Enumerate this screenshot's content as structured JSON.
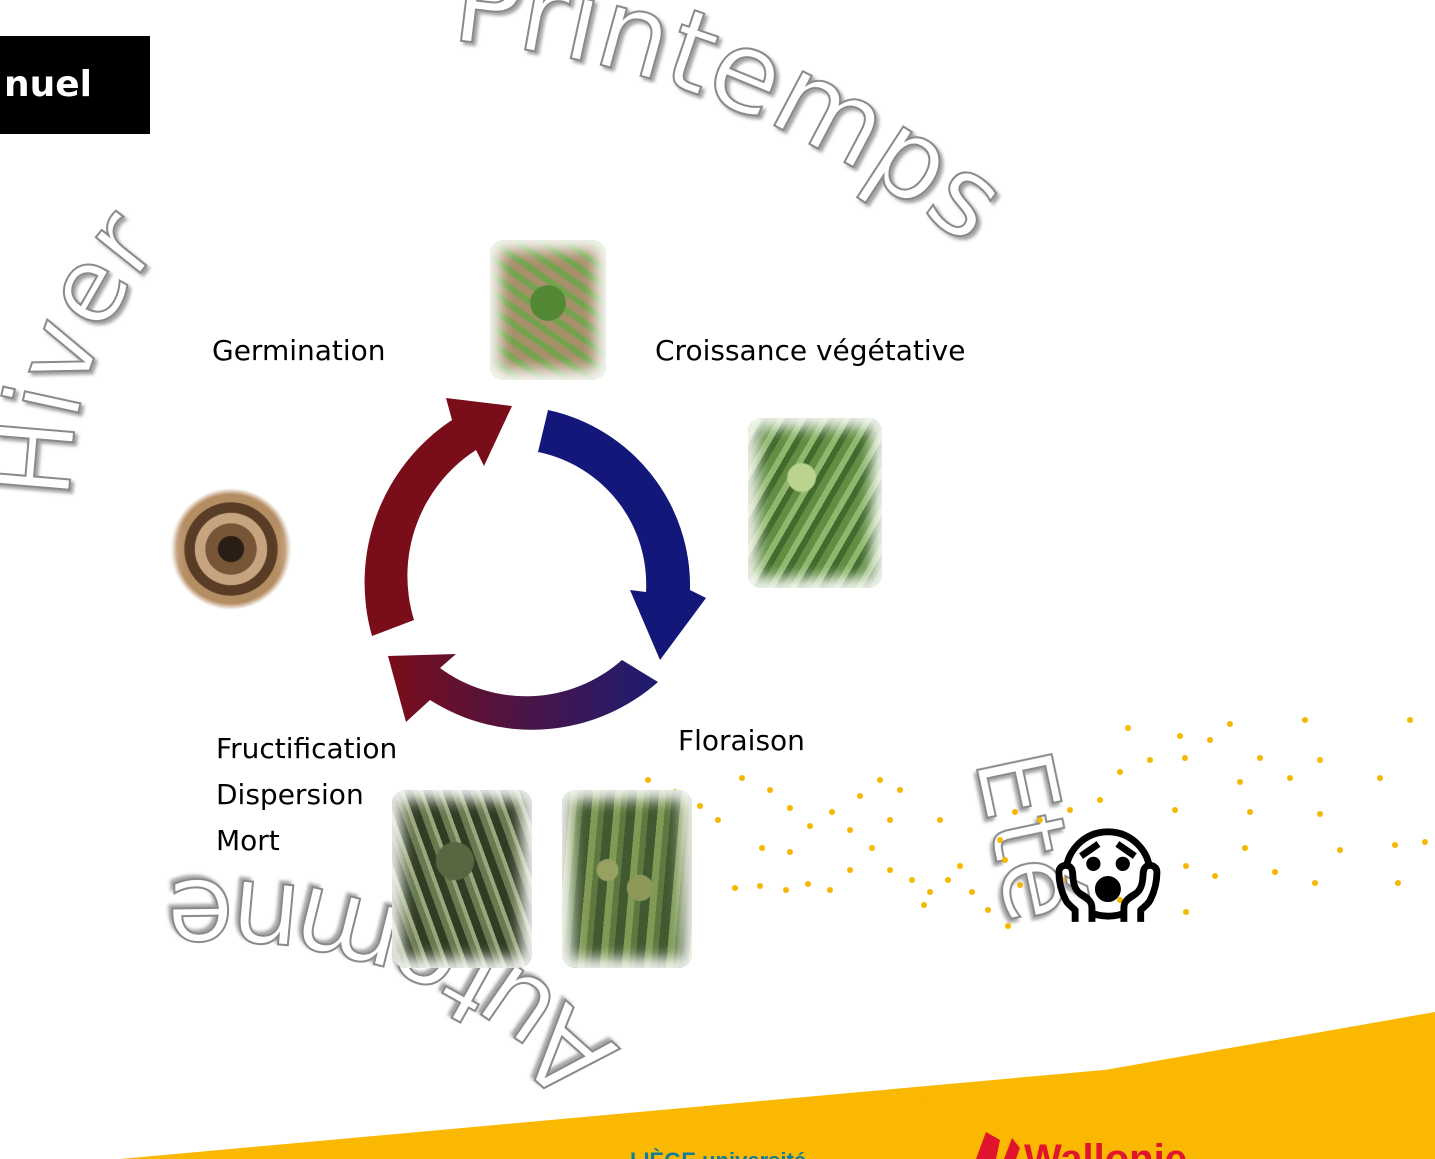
{
  "badge": {
    "text": "nuel"
  },
  "seasons": {
    "spring": "Printemps",
    "winter": "Hiver",
    "summer": "Eté",
    "autumn": "Automne"
  },
  "stages": {
    "germination": "Germination",
    "croissance": "Croissance végétative",
    "floraison": "Floraison",
    "fructification": [
      "Fructification",
      "Dispersion",
      "Mort"
    ]
  },
  "emoji": "😱",
  "footer": {
    "partner_text": "LIÈGE université",
    "brand_text": "Wallonie"
  },
  "colors": {
    "arrow_blue": "#13177a",
    "arrow_red": "#7a0d1a",
    "pollen": "#f5b800",
    "footer": "#fbb800"
  }
}
